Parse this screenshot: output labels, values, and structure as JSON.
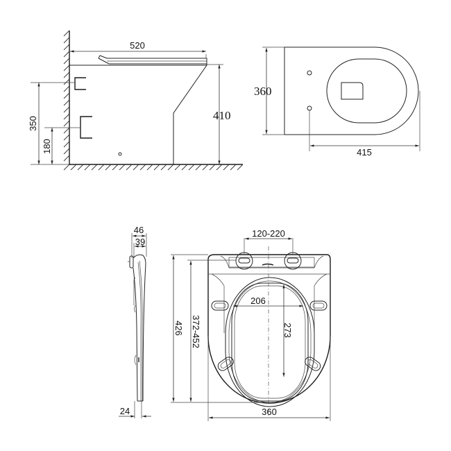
{
  "side_view": {
    "width_label": "520",
    "height_label": "410",
    "upper_connection_height": "350",
    "lower_connection_height": "180"
  },
  "top_view": {
    "width_label": "360",
    "depth_label": "415"
  },
  "seat_side_view": {
    "hinge_outer_label": "46",
    "hinge_inner_label": "39",
    "seat_thickness_label": "24"
  },
  "seat_top_view": {
    "hinge_spacing_label": "120-220",
    "inner_width_label": "206",
    "inner_length_label": "273",
    "total_length_label": "426",
    "fixing_range_label": "372-452",
    "seat_width_label": "360"
  }
}
